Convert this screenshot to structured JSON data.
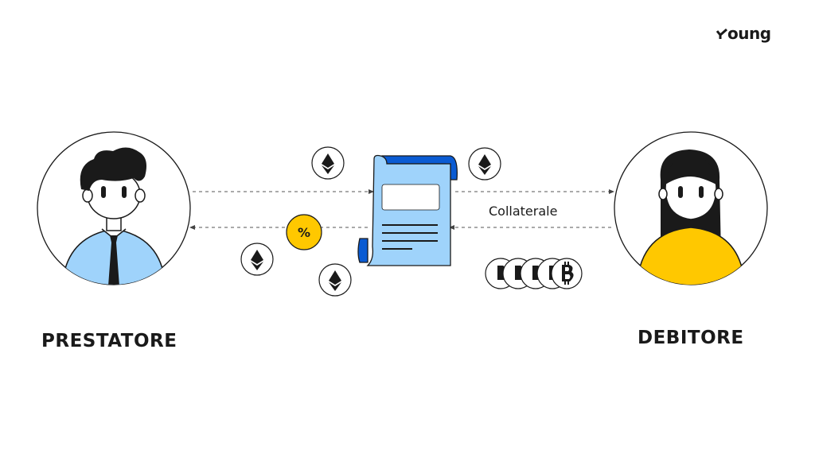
{
  "brand": {
    "logo_text": "oung"
  },
  "lender": {
    "label": "PRESTATORE"
  },
  "borrower": {
    "label": "DEBITORE"
  },
  "flows": {
    "collateral_label": "Collaterale",
    "interest_symbol": "%"
  },
  "icons": {
    "token": "ethereum-icon",
    "coin": "bitcoin-icon",
    "contract": "contract-scroll-icon"
  },
  "colors": {
    "accent_blue": "#0a5bd3",
    "light_blue": "#9fd3fb",
    "yellow": "#ffc800",
    "ink": "#1a1a1a"
  }
}
